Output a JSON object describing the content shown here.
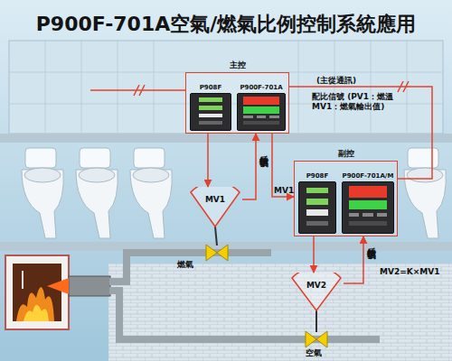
{
  "diagram": {
    "title": "P900F-701A空氣/燃氣比例控制系統應用",
    "nodes": [
      {
        "text": [
          "主控"
        ]
      },
      {
        "text": [
          "P908F"
        ],
        "in": 0
      },
      {
        "text": [
          "P900F-701A"
        ],
        "in": 0
      },
      {
        "text": [
          "副控"
        ]
      },
      {
        "text": [
          "P908F"
        ],
        "in": 3
      },
      {
        "text": [
          "P900F-701A/M"
        ],
        "in": 3
      },
      {
        "text": [
          "MV1"
        ]
      },
      {
        "text": [
          "MV2"
        ]
      }
    ],
    "edges": [
      {
        "from": 0,
        "to": 3,
        "label": "MV1",
        "arrow": "to"
      },
      {
        "from": 0,
        "to": 3,
        "label": "(主從通訊)",
        "arrow": "none"
      },
      {
        "from": 0,
        "to": 6,
        "arrow": "to"
      },
      {
        "from": 6,
        "to": 0,
        "label": "反饋信號",
        "arrow": "to"
      },
      {
        "from": 3,
        "to": 7,
        "arrow": "to"
      },
      {
        "from": 7,
        "to": 3,
        "label": "反饋信號",
        "arrow": "to"
      }
    ],
    "labels": [
      "配比信號 (PV1：燃溫 MV1：燃氣輸出值)",
      "燃氣",
      "空氣",
      "MV2=K×MV1"
    ]
  }
}
